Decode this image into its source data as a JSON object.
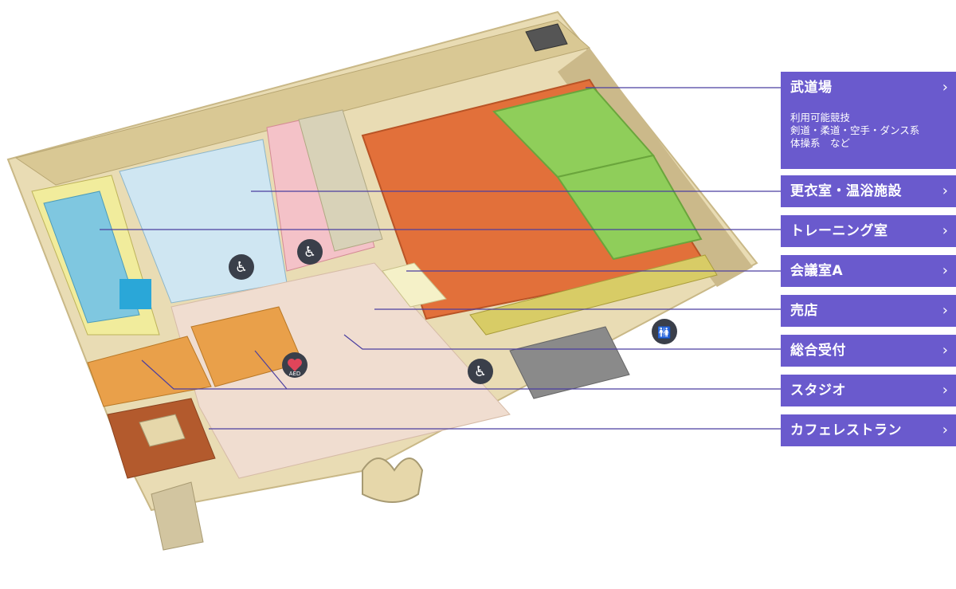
{
  "menu": {
    "items": [
      {
        "key": "budojo",
        "label": "武道場",
        "chevron": "›",
        "desc": [
          "利用可能競技",
          "剣道・柔道・空手・ダンス系",
          "体操系　など"
        ]
      },
      {
        "key": "locker",
        "label": "更衣室・温浴施設",
        "chevron": "›"
      },
      {
        "key": "training",
        "label": "トレーニング室",
        "chevron": "›"
      },
      {
        "key": "meeting",
        "label": "会議室A",
        "chevron": "›"
      },
      {
        "key": "shop",
        "label": "売店",
        "chevron": "›"
      },
      {
        "key": "reception",
        "label": "総合受付",
        "chevron": "›"
      },
      {
        "key": "studio",
        "label": "スタジオ",
        "chevron": "›"
      },
      {
        "key": "cafe",
        "label": "カフェレストラン",
        "chevron": "›"
      }
    ]
  },
  "map": {
    "aed_label": "AED",
    "icons": [
      "wheelchair-icon",
      "restroom-icon",
      "aed-heart-icon"
    ],
    "colors": {
      "accent": "#6a5acd",
      "dojo_floor": "#e2703a",
      "tatami": "#8fce5a",
      "studio_floor": "#e9a04a",
      "cafe_floor": "#b35a2d",
      "walls": "#e6d7aa",
      "lobby": "#f0ddd0"
    }
  }
}
